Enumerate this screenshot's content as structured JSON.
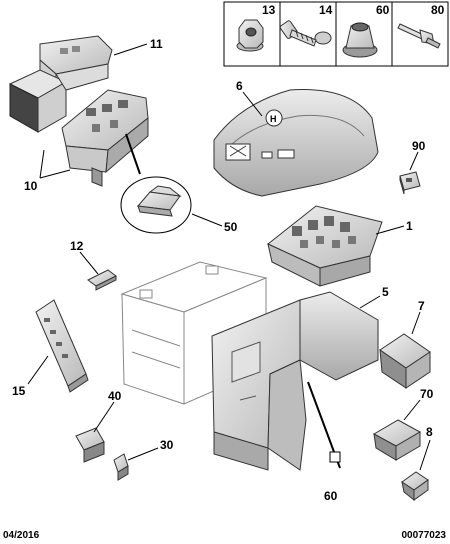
{
  "inset_parts": [
    {
      "number": "13",
      "icon": "flange-nut-icon"
    },
    {
      "number": "14",
      "icon": "screw-icon"
    },
    {
      "number": "60",
      "icon": "grommet-icon"
    },
    {
      "number": "80",
      "icon": "rivet-icon"
    }
  ],
  "callouts": {
    "c11": "11",
    "c10": "10",
    "c6": "6",
    "c90": "90",
    "c50": "50",
    "c1": "1",
    "c12": "12",
    "c5": "5",
    "c7": "7",
    "c15": "15",
    "c40": "40",
    "c70": "70",
    "c30": "30",
    "c8": "8",
    "c60b": "60"
  },
  "footer": {
    "date": "04/2016",
    "reference": "00077023"
  }
}
